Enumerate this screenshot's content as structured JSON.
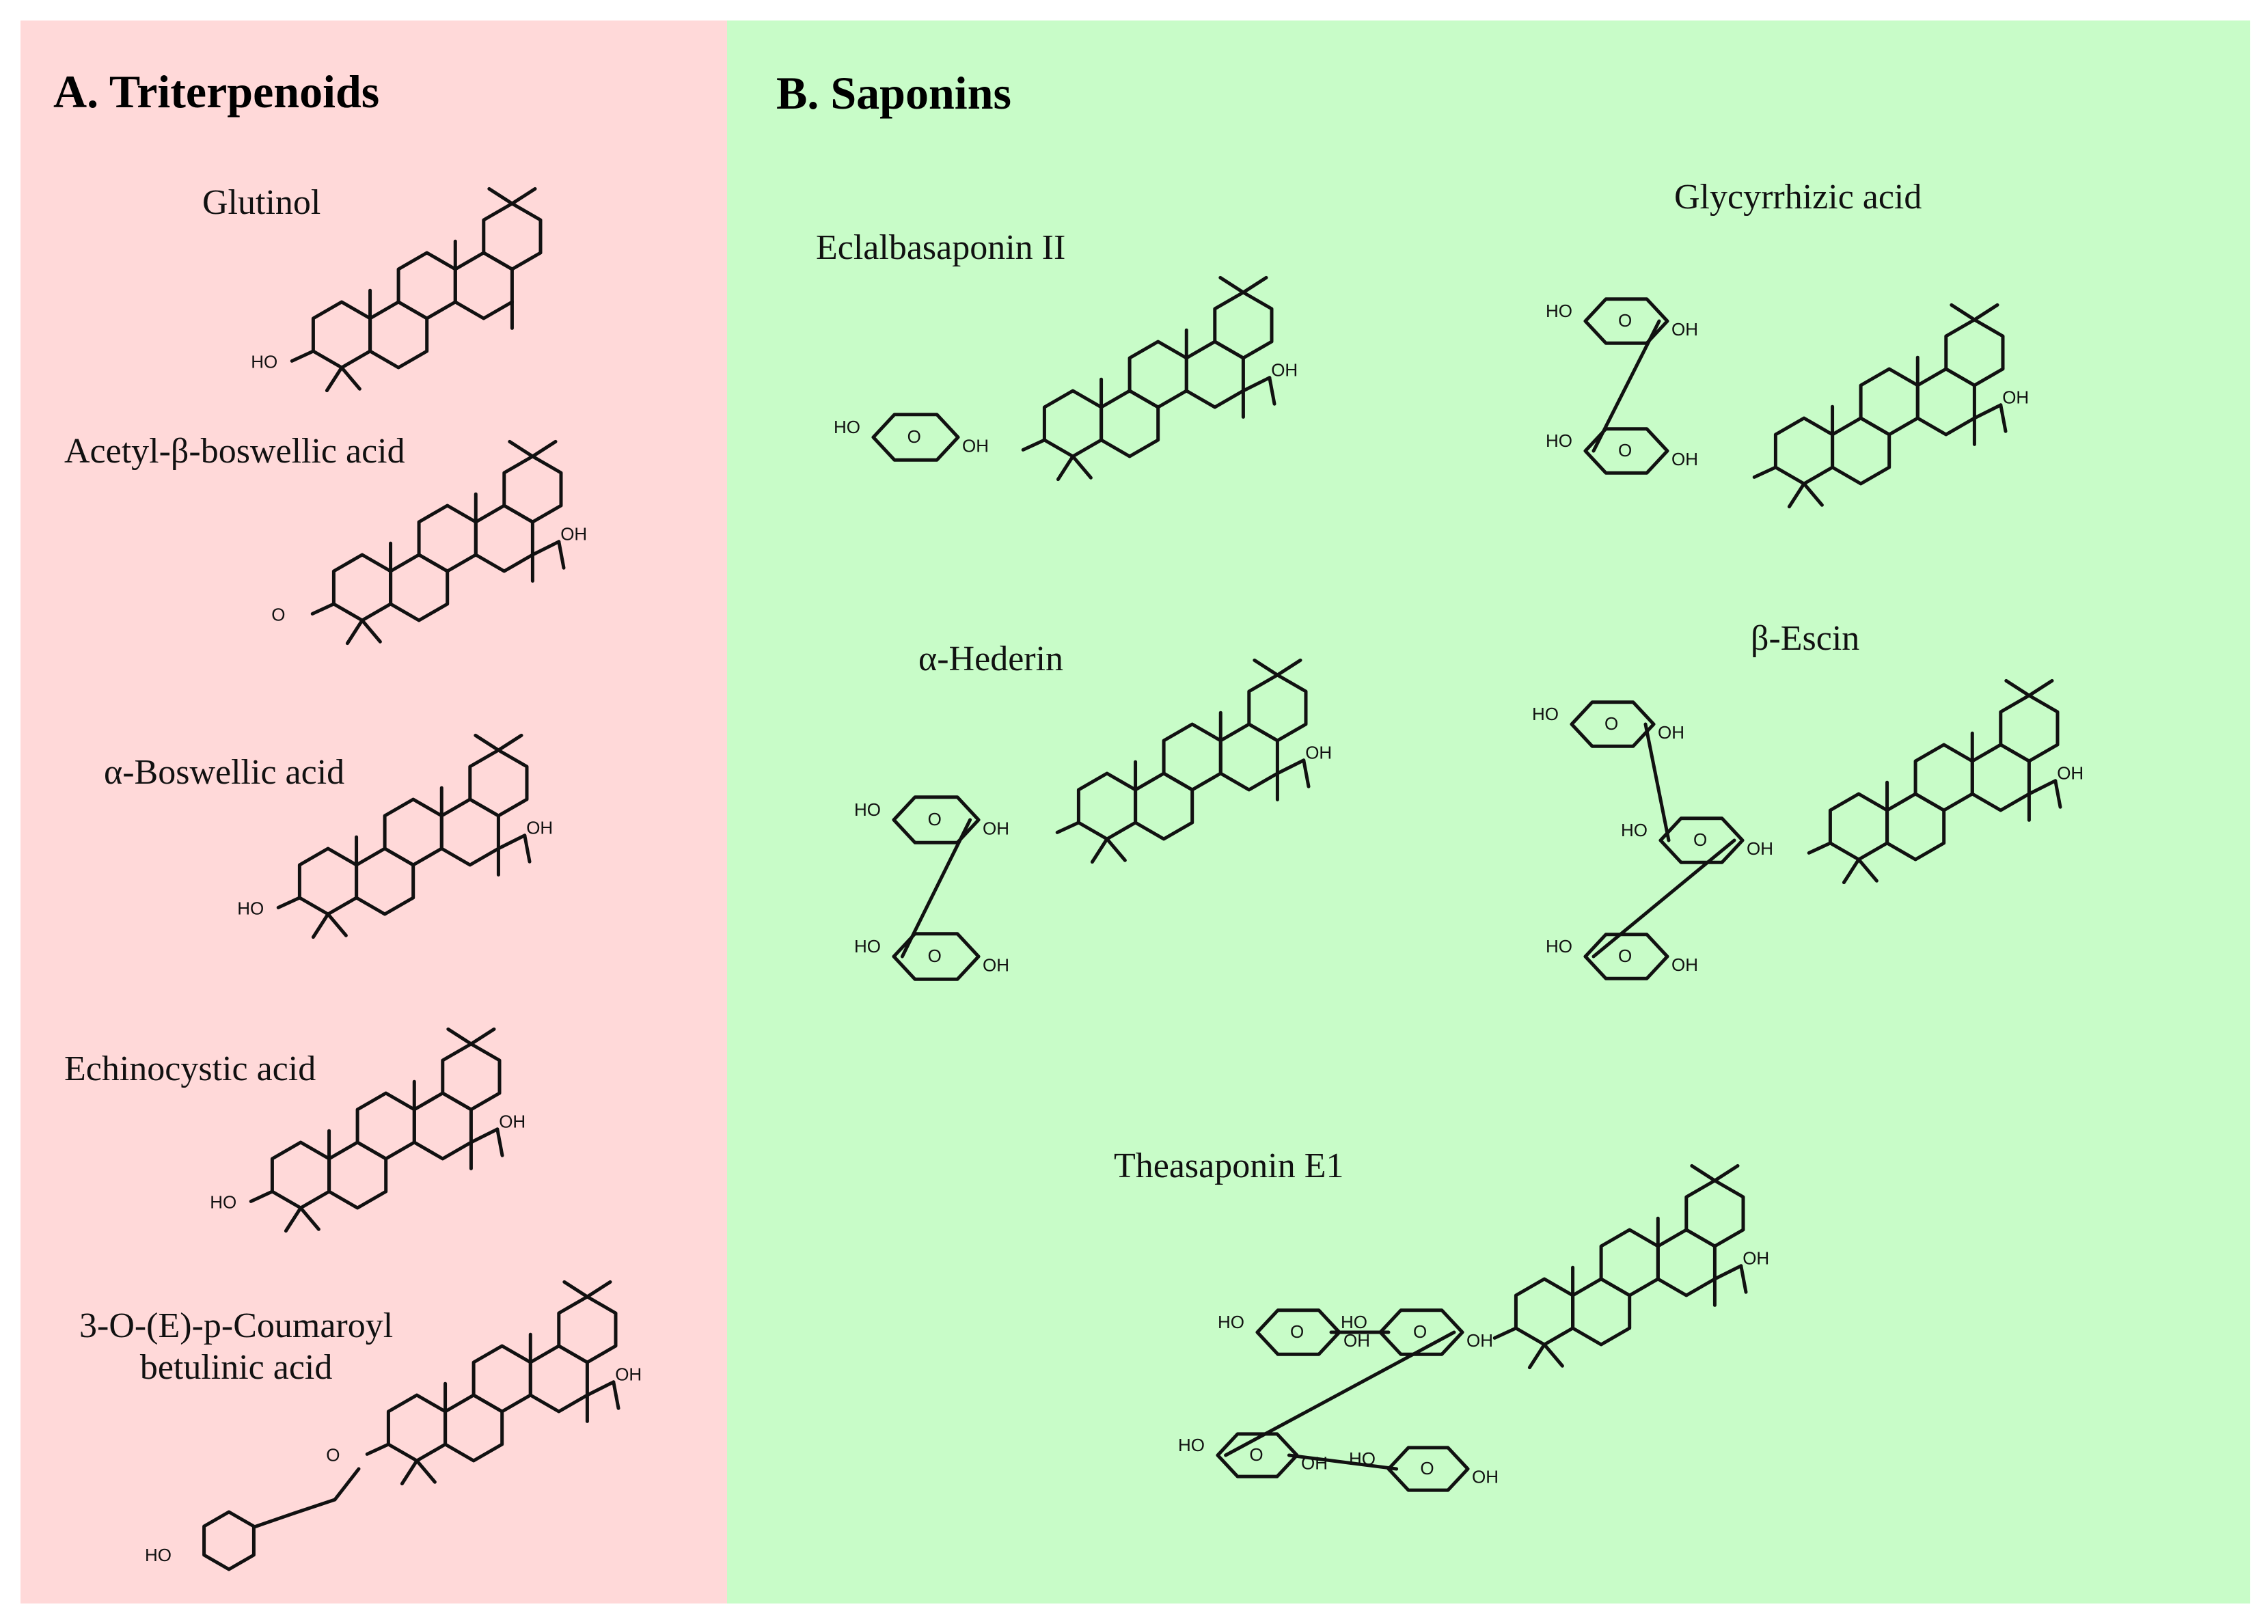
{
  "figure": {
    "background": "#ffffff",
    "panels": [
      {
        "id": "a",
        "title": "A. Triterpenoids",
        "background": "#ffd9d9",
        "compounds": [
          {
            "name": "Glutinol"
          },
          {
            "name": "Acetyl-β-boswellic acid"
          },
          {
            "name": "α-Boswellic acid"
          },
          {
            "name": "Echinocystic acid"
          },
          {
            "name": "3-O-(E)-p-Coumaroyl\nbetulinic acid"
          }
        ]
      },
      {
        "id": "b",
        "title": "B. Saponins",
        "background": "#c8fcc8",
        "compounds": [
          {
            "name": "Eclalbasaponin II"
          },
          {
            "name": "Glycyrrhizic acid"
          },
          {
            "name": "α-Hederin"
          },
          {
            "name": "β-Escin"
          },
          {
            "name": "Theasaponin E1"
          }
        ]
      }
    ],
    "atom_labels": {
      "hydroxyl": "HO",
      "hydroxyl_right": "OH",
      "oxygen": "O"
    }
  }
}
